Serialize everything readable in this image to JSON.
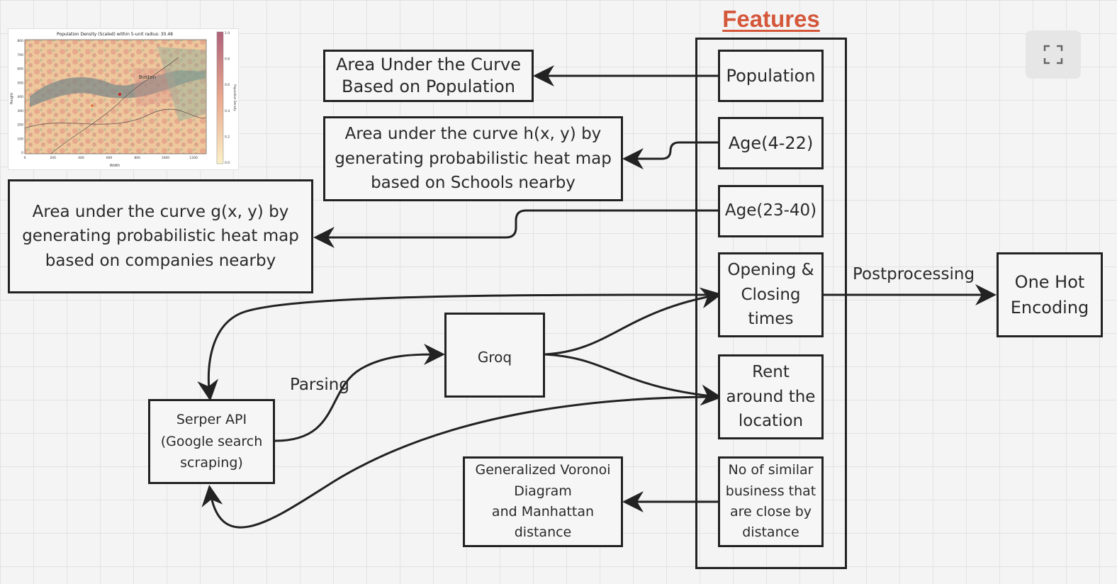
{
  "board": {
    "features_title": "Features",
    "title_color": "#d4573a"
  },
  "features": [
    {
      "id": "population",
      "label": "Population"
    },
    {
      "id": "age-4-22",
      "label": "Age(4-22)"
    },
    {
      "id": "age-23-40",
      "label": "Age(23-40)"
    },
    {
      "id": "opening-closing",
      "label": "Opening &\nClosing\ntimes"
    },
    {
      "id": "rent",
      "label": "Rent\naround the\nlocation"
    },
    {
      "id": "similar-business",
      "label": "No of similar\nbusiness that\nare close by\ndistance"
    }
  ],
  "nodes": {
    "auc_population": "Area Under the Curve\nBased on Population",
    "auc_h": "Area under the curve h(x, y) by\ngenerating probabilistic heat map\nbased on Schools nearby",
    "auc_g": "Area under the curve g(x, y) by\ngenerating probabilistic heat map\nbased on companies nearby",
    "groq": "Groq",
    "serper": "Serper API\n(Google search\nscraping)",
    "voronoi": "Generalized Voronoi\nDiagram\nand Manhattan\ndistance",
    "one_hot": "One Hot\nEncoding"
  },
  "edge_labels": {
    "parsing": "Parsing",
    "postprocessing": "Postprocessing"
  },
  "thumbnail": {
    "title": "Population Density (Scaled) within 5-unit radius: 30.48",
    "map_label": "Boston",
    "x_label": "Width",
    "y_label": "Height",
    "colorbar_label": "Population Density",
    "x_ticks": [
      "0",
      "200",
      "400",
      "600",
      "800",
      "1000",
      "1200"
    ],
    "y_ticks": [
      "800",
      "700",
      "600",
      "500",
      "400",
      "300",
      "200",
      "100",
      "0"
    ],
    "colorbar_ticks": [
      "1.0",
      "0.8",
      "0.6",
      "0.4",
      "0.2",
      "0.0"
    ]
  },
  "toolbar": {
    "fullscreen_icon": "fullscreen-icon"
  }
}
